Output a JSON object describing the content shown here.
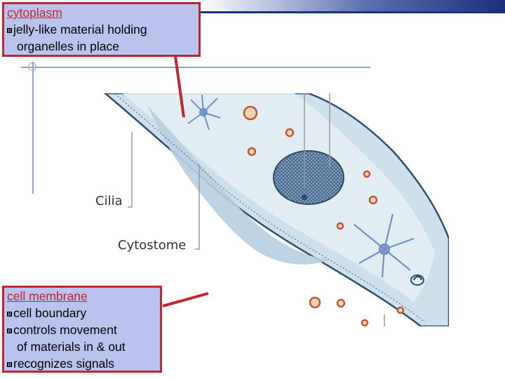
{
  "callouts": {
    "cytoplasm": {
      "title": "cytoplasm",
      "lines": [
        "jelly-like material holding",
        "organelles in place"
      ]
    },
    "cell_membrane": {
      "title": "cell membrane",
      "lines": [
        "cell boundary",
        "controls movement",
        "of materials in & out",
        "recognizes signals"
      ]
    }
  },
  "diagram_labels": {
    "cilia": "Cilia",
    "cytostome": "Cytostome"
  },
  "colors": {
    "callout_fill": "#b9c3ee",
    "callout_border": "#c0262d",
    "cell_fill": "#d7e7f1",
    "cell_outline": "#2f4f6f",
    "nucleus_fill": "#4e6f94",
    "organelle_ring": "#c0553a",
    "rule_color": "#8fa4cc"
  }
}
